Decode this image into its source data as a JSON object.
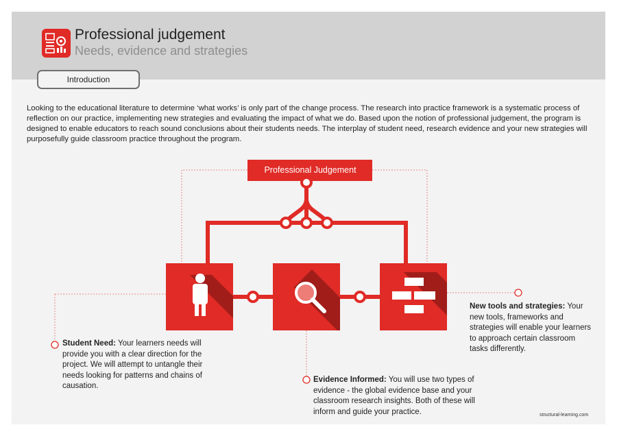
{
  "header": {
    "title": "Professional judgement",
    "subtitle": "Needs, evidence and strategies"
  },
  "tab": {
    "label": "Introduction"
  },
  "intro": {
    "text": "Looking to the educational literature to determine ‘what works’ is only part of the change process. The research into practice framework is a systematic process of reflection on our practice, implementing new strategies and evaluating the impact of what we do. Based upon the notion of professional judgement, the program is designed to enable educators to reach sound conclusions about their students needs. The interplay of student need, research evidence and your new strategies will purposefully guide classroom practice throughout the program."
  },
  "diagram": {
    "top_label": "Professional Judgement",
    "nodes": [
      {
        "icon": "student-icon",
        "heading": "Student Need:",
        "body": "Your learners needs will provide you with a clear direction for the project. We will attempt to untangle their needs looking for patterns and chains of causation."
      },
      {
        "icon": "magnifier-icon",
        "heading": "Evidence Informed:",
        "body": "You will use two types of evidence - the global evidence base and your classroom research insights. Both of these will inform and guide your practice."
      },
      {
        "icon": "bricks-icon",
        "heading": "New tools and strategies:",
        "body": "Your new tools, frameworks and strategies will enable your learners to approach certain classroom tasks differently."
      }
    ],
    "colors": {
      "accent": "#e02b26",
      "shadow": "#a11d19",
      "background": "#f3f3f3",
      "header": "#d2d2d2"
    }
  },
  "footer": {
    "url": "structural-learning.com"
  }
}
